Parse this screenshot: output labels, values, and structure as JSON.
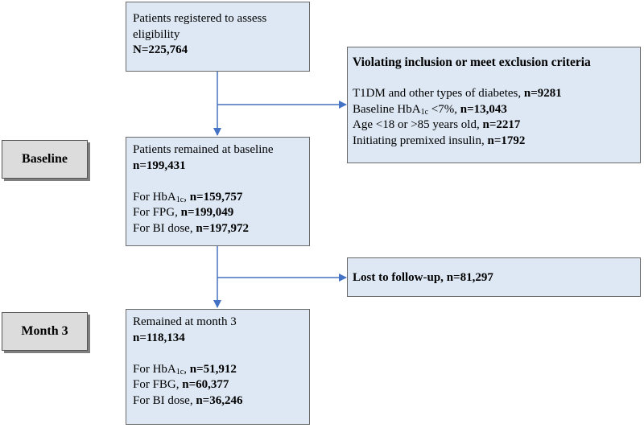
{
  "boxes": {
    "registered": {
      "line1": "Patients registered to assess",
      "line2": "eligibility",
      "count": "N=225,764"
    },
    "exclusion": {
      "title": "Violating inclusion or meet exclusion criteria",
      "items": [
        {
          "prefix": "T1DM and other types of diabetes, ",
          "sub": "",
          "suffix": "",
          "value": "n=9281"
        },
        {
          "prefix": "Baseline HbA",
          "sub": "1c",
          "suffix": " <7%, ",
          "value": "n=13,043"
        },
        {
          "prefix": "Age <18 or >85 years old, ",
          "sub": "",
          "suffix": "",
          "value": "n=2217"
        },
        {
          "prefix": "Initiating premixed insulin, ",
          "sub": "",
          "suffix": "",
          "value": "n=1792"
        }
      ]
    },
    "baseline": {
      "line1": "Patients remained at baseline",
      "count": "n=199,431",
      "items": [
        {
          "prefix": "For HbA",
          "sub": "1c",
          "suffix": ", ",
          "value": "n=159,757"
        },
        {
          "prefix": "For FPG, ",
          "sub": "",
          "suffix": "",
          "value": "n=199,049"
        },
        {
          "prefix": "For BI dose, ",
          "sub": "",
          "suffix": "",
          "value": "n=197,972"
        }
      ]
    },
    "lost": {
      "label": "Lost to follow-up, ",
      "value": "n=81,297"
    },
    "month3": {
      "line1": "Remained at month 3",
      "count": "n=118,134",
      "items": [
        {
          "prefix": "For HbA",
          "sub": "1c",
          "suffix": ", ",
          "value": "n=51,912"
        },
        {
          "prefix": "For FBG, ",
          "sub": "",
          "suffix": "",
          "value": "n=60,377"
        },
        {
          "prefix": "For BI dose, ",
          "sub": "",
          "suffix": "",
          "value": "n=36,246"
        }
      ]
    }
  },
  "side_labels": {
    "baseline": "Baseline",
    "month3": "Month 3"
  },
  "colors": {
    "box_fill": "#dde8f4",
    "side_fill": "#dcdcdc",
    "arrow": "#4472c4"
  }
}
